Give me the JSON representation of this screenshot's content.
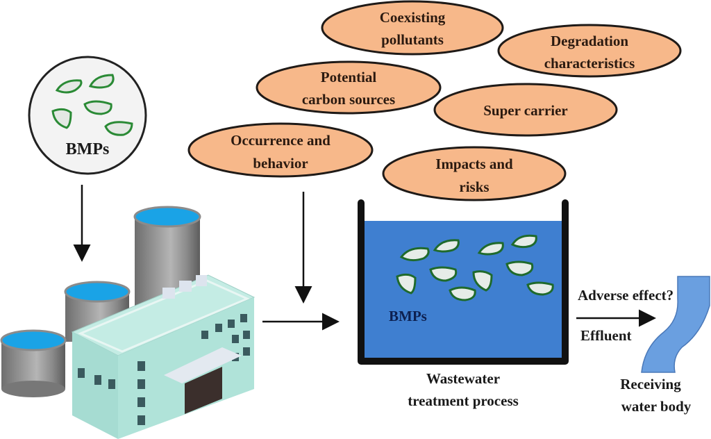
{
  "colors": {
    "ellipse_fill": "#f7b88a",
    "ellipse_stroke": "#1f1a17",
    "water": "#3f7fd0",
    "tank_water": "#1aa3e6",
    "building": "#a9ddd3",
    "particle_stroke": "#1f7a2e",
    "particle_fill": "#e6ece8",
    "river": "#6a9fe0"
  },
  "source_circle": {
    "label": "BMPs"
  },
  "ellipses": [
    {
      "id": "coexisting",
      "lines": [
        "Coexisting",
        "pollutants"
      ]
    },
    {
      "id": "degradation",
      "lines": [
        "Degradation",
        "characteristics"
      ]
    },
    {
      "id": "carbon",
      "lines": [
        "Potential",
        "carbon sources"
      ]
    },
    {
      "id": "carrier",
      "lines": [
        "Super carrier"
      ]
    },
    {
      "id": "occurrence",
      "lines": [
        "Occurrence and",
        "behavior"
      ]
    },
    {
      "id": "impacts",
      "lines": [
        "Impacts and",
        "risks"
      ]
    }
  ],
  "basin": {
    "label": "BMPs",
    "caption_lines": [
      "Wastewater",
      "treatment process"
    ]
  },
  "effluent": {
    "top_label": "Adverse effect?",
    "bottom_label": "Effluent"
  },
  "receiving": {
    "caption_lines": [
      "Receiving",
      "water body"
    ]
  }
}
